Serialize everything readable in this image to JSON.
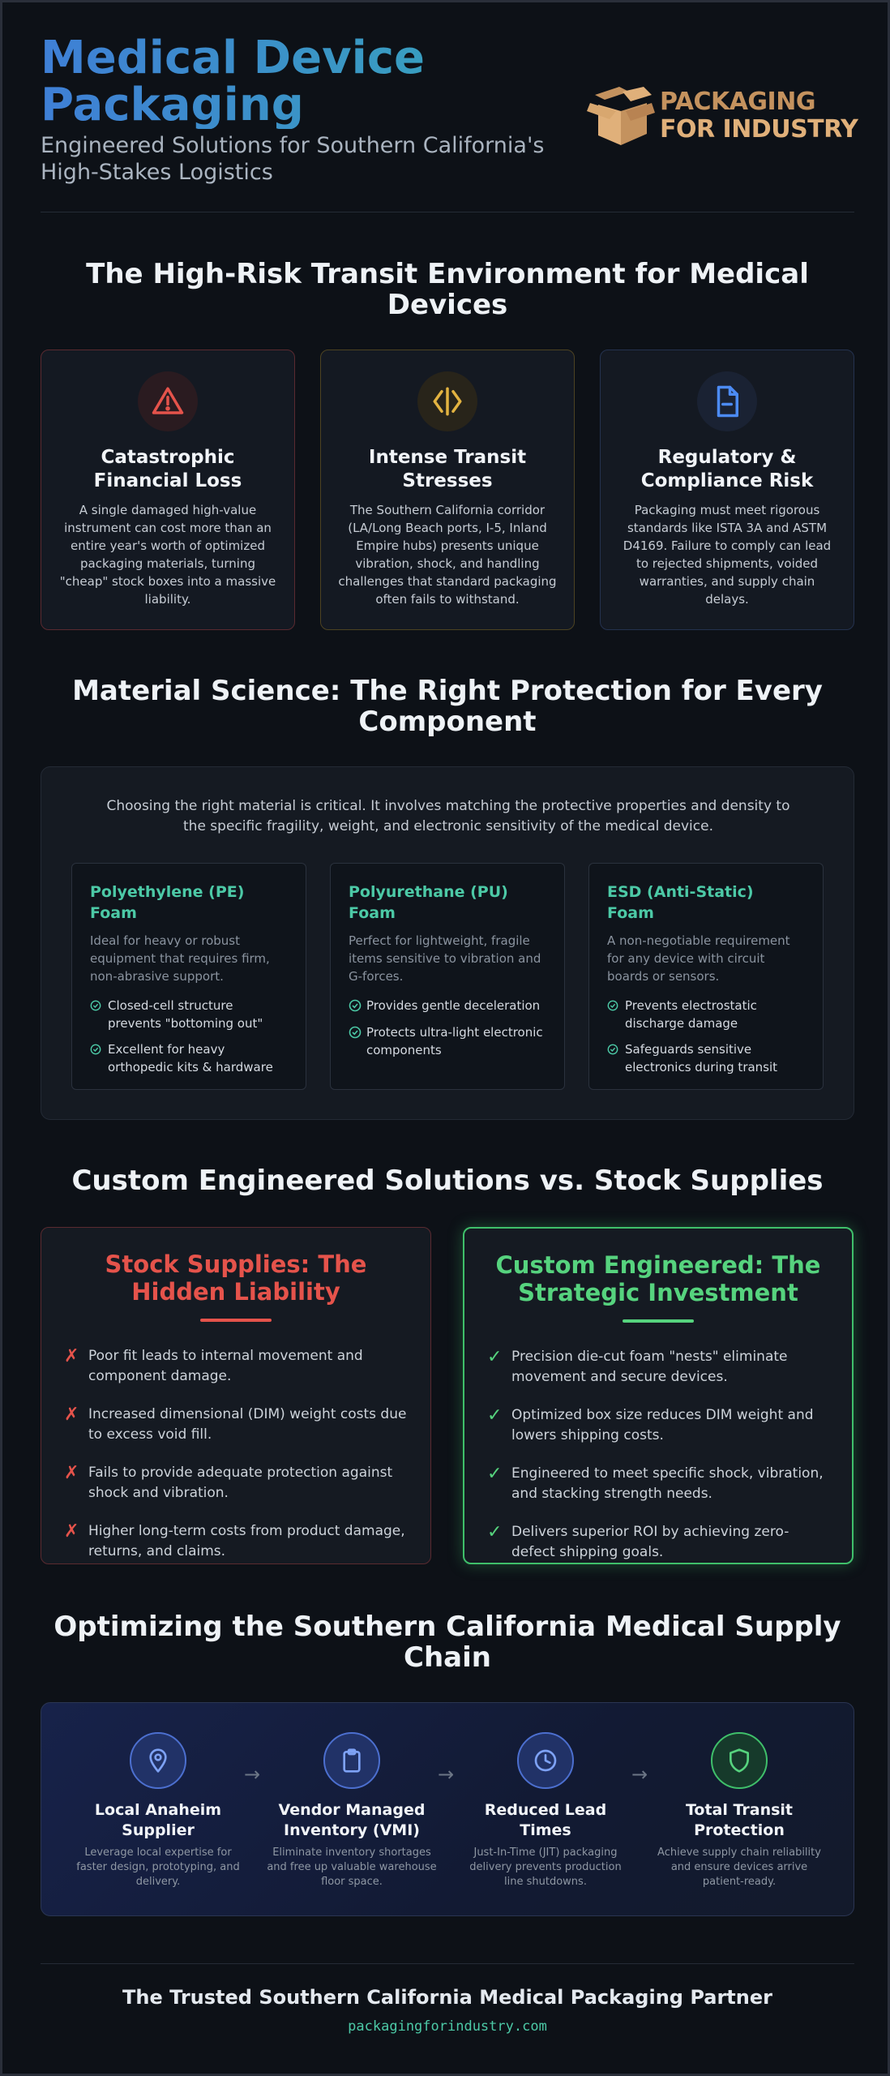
{
  "header": {
    "title": "Medical Device Packaging",
    "subtitle": "Engineered Solutions for Southern California's High-Stakes Logistics",
    "logo_line1": "PACKAGING",
    "logo_line2": "FOR INDUSTRY"
  },
  "risk": {
    "heading": "The High-Risk Transit Environment for Medical Devices",
    "cards": [
      {
        "icon": "warning-triangle-icon",
        "color": "#e5534b",
        "title": "Catastrophic Financial Loss",
        "text": "A single damaged high-value instrument can cost more than an entire year's worth of optimized packaging materials, turning \"cheap\" stock boxes into a massive liability."
      },
      {
        "icon": "code-brackets-icon",
        "color": "#e3b341",
        "title": "Intense Transit Stresses",
        "text": "The Southern California corridor (LA/Long Beach ports, I-5, Inland Empire hubs) presents unique vibration, shock, and handling challenges that standard packaging often fails to withstand."
      },
      {
        "icon": "document-icon",
        "color": "#4c8bf5",
        "title": "Regulatory & Compliance Risk",
        "text": "Packaging must meet rigorous standards like ISTA 3A and ASTM D4169. Failure to comply can lead to rejected shipments, voided warranties, and supply chain delays."
      }
    ]
  },
  "materials": {
    "heading": "Material Science: The Right Protection for Every Component",
    "intro": "Choosing the right material is critical. It involves matching the protective properties and density to the specific fragility, weight, and electronic sensitivity of the medical device.",
    "cards": [
      {
        "title": "Polyethylene (PE) Foam",
        "desc": "Ideal for heavy or robust equipment that requires firm, non-abrasive support.",
        "items": [
          "Closed-cell structure prevents \"bottoming out\"",
          "Excellent for heavy orthopedic kits & hardware"
        ]
      },
      {
        "title": "Polyurethane (PU) Foam",
        "desc": "Perfect for lightweight, fragile items sensitive to vibration and G-forces.",
        "items": [
          "Provides gentle deceleration",
          "Protects ultra-light electronic components"
        ]
      },
      {
        "title": "ESD (Anti-Static) Foam",
        "desc": "A non-negotiable requirement for any device with circuit boards or sensors.",
        "items": [
          "Prevents electrostatic discharge damage",
          "Safeguards sensitive electronics during transit"
        ]
      }
    ]
  },
  "comparison": {
    "heading": "Custom Engineered Solutions vs. Stock Supplies",
    "stock": {
      "title": "Stock Supplies: The Hidden Liability",
      "mark": "✗",
      "color": "#e5534b",
      "items": [
        "Poor fit leads to internal movement and component damage.",
        "Increased dimensional (DIM) weight costs due to excess void fill.",
        "Fails to provide adequate protection against shock and vibration.",
        "Higher long-term costs from product damage, returns, and claims."
      ]
    },
    "custom": {
      "title": "Custom Engineered: The Strategic Investment",
      "mark": "✓",
      "color": "#56d37e",
      "items": [
        "Precision die-cut foam \"nests\" eliminate movement and secure devices.",
        "Optimized box size reduces DIM weight and lowers shipping costs.",
        "Engineered to meet specific shock, vibration, and stacking strength needs.",
        "Delivers superior ROI by achieving zero-defect shipping goals."
      ]
    }
  },
  "chain": {
    "heading": "Optimizing the Southern California Medical Supply Chain",
    "arrow": "→",
    "steps": [
      {
        "icon": "location-pin-icon",
        "title": "Local Anaheim Supplier",
        "text": "Leverage local expertise for faster design, prototyping, and delivery."
      },
      {
        "icon": "clipboard-icon",
        "title": "Vendor Managed Inventory (VMI)",
        "text": "Eliminate inventory shortages and free up valuable warehouse floor space."
      },
      {
        "icon": "clock-icon",
        "title": "Reduced Lead Times",
        "text": "Just-In-Time (JIT) packaging delivery prevents production line shutdowns."
      },
      {
        "icon": "shield-icon",
        "title": "Total Transit Protection",
        "text": "Achieve supply chain reliability and ensure devices arrive patient-ready."
      }
    ]
  },
  "footer": {
    "title": "The Trusted Southern California Medical Packaging Partner",
    "link": "packagingforindustry.com"
  }
}
